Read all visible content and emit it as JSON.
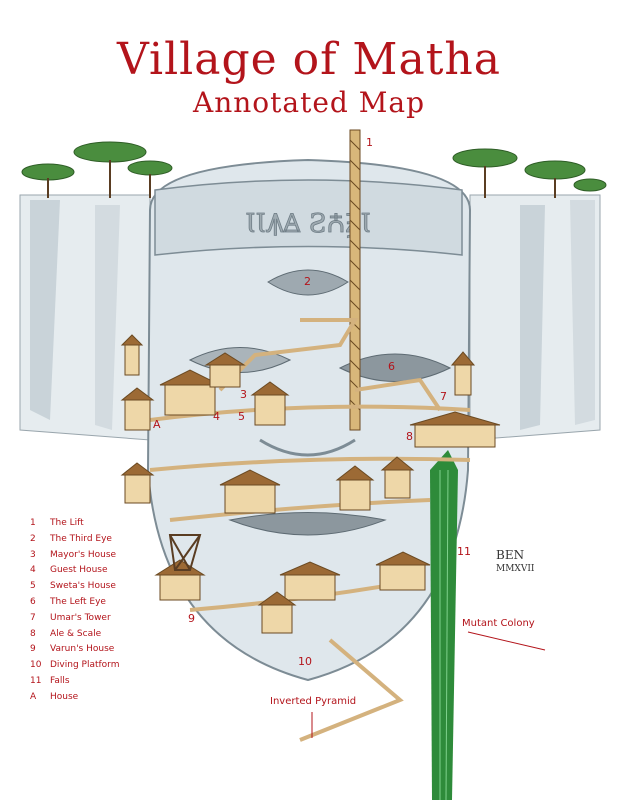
{
  "title": "Village of Matha",
  "subtitle": "Annotated Map",
  "legend": [
    {
      "key": "1",
      "label": "The Lift"
    },
    {
      "key": "2",
      "label": "The Third Eye"
    },
    {
      "key": "3",
      "label": "Mayor's House"
    },
    {
      "key": "4",
      "label": "Guest House"
    },
    {
      "key": "5",
      "label": "Sweta's House"
    },
    {
      "key": "6",
      "label": "The Left Eye"
    },
    {
      "key": "7",
      "label": "Umar's Tower"
    },
    {
      "key": "8",
      "label": "Ale & Scale"
    },
    {
      "key": "9",
      "label": "Varun's House"
    },
    {
      "key": "10",
      "label": "Diving Platform"
    },
    {
      "key": "11",
      "label": "Falls"
    },
    {
      "key": "A",
      "label": "House"
    }
  ],
  "map_labels": {
    "mutant_colony": "Mutant Colony",
    "inverted_pyramid": "Inverted Pyramid"
  },
  "markers": [
    "1",
    "2",
    "3",
    "4",
    "5",
    "6",
    "7",
    "8",
    "9",
    "10",
    "11",
    "A"
  ],
  "signature": {
    "initials": "BEN",
    "year": "MMXVII"
  },
  "colors": {
    "title": "#b3141b",
    "stone": "#dfe7ec",
    "water": "#2e8b3a",
    "wood": "#e8cfa0",
    "roof": "#8a5a2b"
  }
}
